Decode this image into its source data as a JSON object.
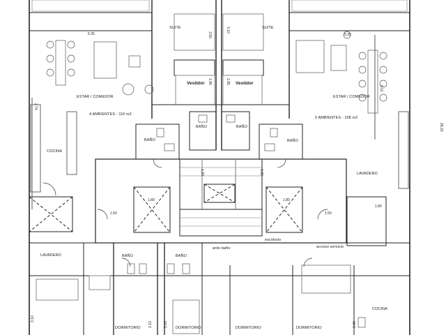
{
  "plan": {
    "rooms": {
      "suite_left": "SUITE",
      "suite_right": "SUITE",
      "vestidor_left": "Vestidor",
      "vestidor_right": "Vestidor",
      "estar_left": "ESTAR / COMEDOR",
      "estar_right": "ESTAR / COMEDOR",
      "unit_left": "4 AMBIENTES - 116 m2",
      "unit_right": "5 AMBIENTES - 168 m2",
      "bano_1": "BAÑO",
      "bano_2": "BAÑO",
      "bano_3": "BAÑO",
      "bano_4": "BAÑO",
      "bano_5": "BAÑO",
      "bano_6": "BAÑO",
      "cocina_left": "COCINA",
      "cocina_right": "COCINA",
      "lavadero_left": "LAVADERO",
      "lavadero_right": "LAVADERO",
      "escritorio": "escritorio",
      "antebano": "ante baño",
      "acceso": "acceso servicio",
      "dormitorio_1": "DORMITORIO",
      "dormitorio_2": "DORMITORIO",
      "dormitorio_3": "DORMITORIO",
      "dormitorio_4": "DORMITORIO"
    },
    "dimensions": {
      "d535_left": "5.35",
      "d535_right": "5.35",
      "d350": "3.50",
      "d310_top": "3.10",
      "d150_left": "1.50",
      "d150_right": "1.50",
      "d180_a": "1.80",
      "d180_b": "1.80",
      "d180_c": "1.80",
      "d120_a": "1.20",
      "d120_b": "1.20",
      "d185_a": "1.85",
      "d185_b": "1.85",
      "d611": "6.11",
      "d274": "2.74",
      "d2820": "28.20",
      "d310_a": "3.10",
      "d310_b": "3.10",
      "d310_c": "3.10",
      "d348": "3.48"
    }
  }
}
